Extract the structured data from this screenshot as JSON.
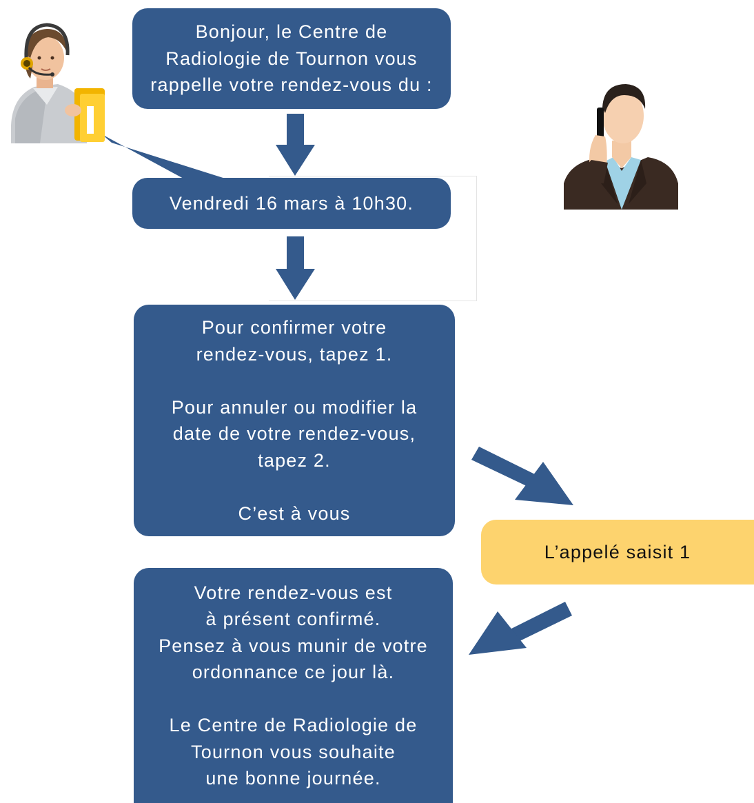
{
  "colors": {
    "box_fill": "#345a8c",
    "box_text": "#ffffff",
    "response_fill": "#fdd36e",
    "arrow": "#345a8c"
  },
  "icons": {
    "operator": "operator-with-headset-icon",
    "caller": "person-on-phone-icon"
  },
  "boxes": {
    "greeting": [
      "Bonjour, le Centre de",
      "Radiologie de Tournon vous",
      "rappelle votre rendez-vous du :"
    ],
    "date": [
      "Vendredi 16 mars à 10h30."
    ],
    "options": [
      "Pour confirmer votre",
      "rendez-vous, tapez 1.",
      "",
      "Pour annuler ou modifier la",
      "date de votre rendez-vous,",
      "tapez 2.",
      "",
      "C’est à vous"
    ],
    "confirmation": [
      "Votre rendez-vous est",
      "à présent confirmé.",
      "Pensez à vous munir de votre",
      "ordonnance ce jour là.",
      "",
      "Le Centre de Radiologie de",
      "Tournon vous souhaite",
      "une bonne journée."
    ]
  },
  "response": {
    "label": "L’appelé saisit 1"
  }
}
